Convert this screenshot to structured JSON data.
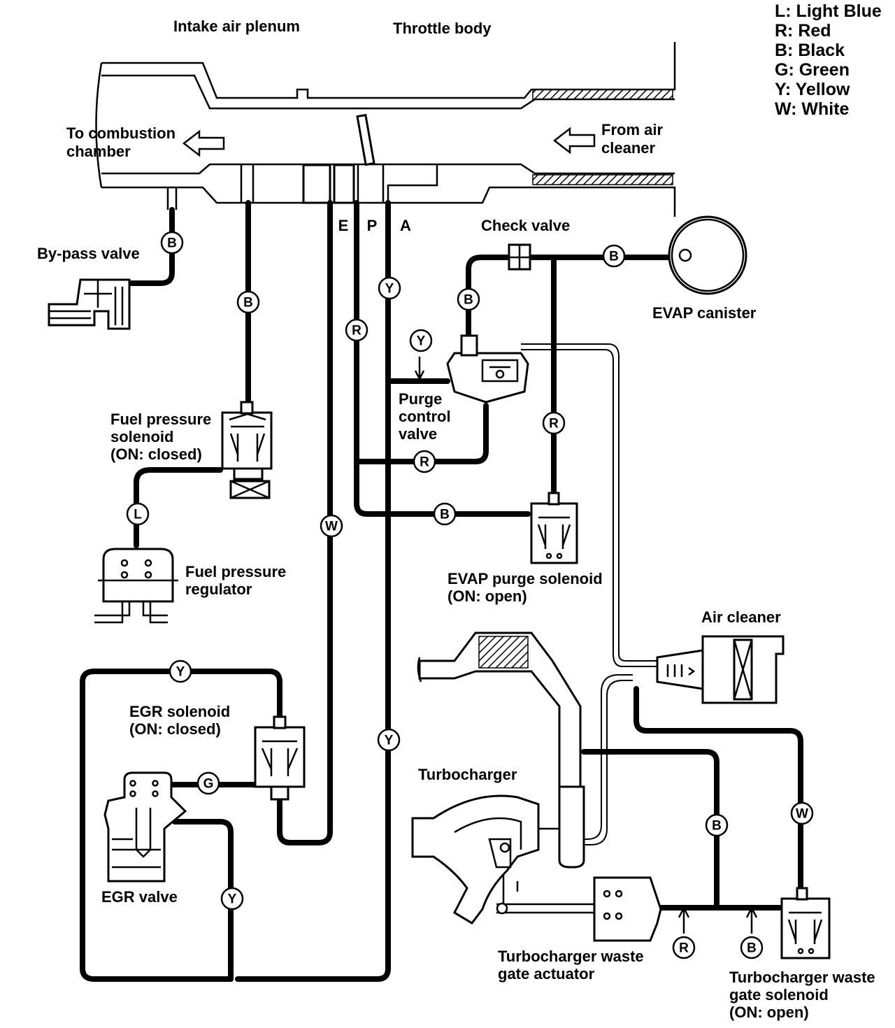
{
  "labels": {
    "intake_air_plenum": "Intake air plenum",
    "throttle_body": "Throttle body",
    "to_combustion_1": "To combustion",
    "to_combustion_2": "chamber",
    "from_air_1": "From air",
    "from_air_2": "cleaner",
    "by_pass_valve": "By-pass valve",
    "check_valve": "Check valve",
    "evap_canister": "EVAP canister",
    "purge_1": "Purge",
    "purge_2": "control",
    "purge_3": "valve",
    "fps_1": "Fuel pressure",
    "fps_2": "solenoid",
    "fps_3": "(ON: closed)",
    "fpr_1": "Fuel pressure",
    "fpr_2": "regulator",
    "evap_purge_1": "EVAP purge solenoid",
    "evap_purge_2": "(ON: open)",
    "air_cleaner": "Air cleaner",
    "egr_sol_1": "EGR solenoid",
    "egr_sol_2": "(ON: closed)",
    "turbocharger": "Turbocharger",
    "egr_valve": "EGR valve",
    "wga_1": "Turbocharger waste",
    "wga_2": "gate actuator",
    "wgs_1": "Turbocharger waste",
    "wgs_2": "gate solenoid",
    "wgs_3": "(ON: open)"
  },
  "ports": {
    "e": "E",
    "p": "P",
    "a": "A"
  },
  "legend": [
    "L:  Light  Blue",
    "R:  Red",
    "B:  Black",
    "G:  Green",
    "Y:  Yellow",
    "W:  White"
  ],
  "hose_tags": [
    "B",
    "B",
    "Y",
    "R",
    "B",
    "B",
    "Y",
    "R",
    "R",
    "L",
    "B",
    "W",
    "Y",
    "Y",
    "G",
    "Y",
    "B",
    "W",
    "R",
    "B"
  ]
}
